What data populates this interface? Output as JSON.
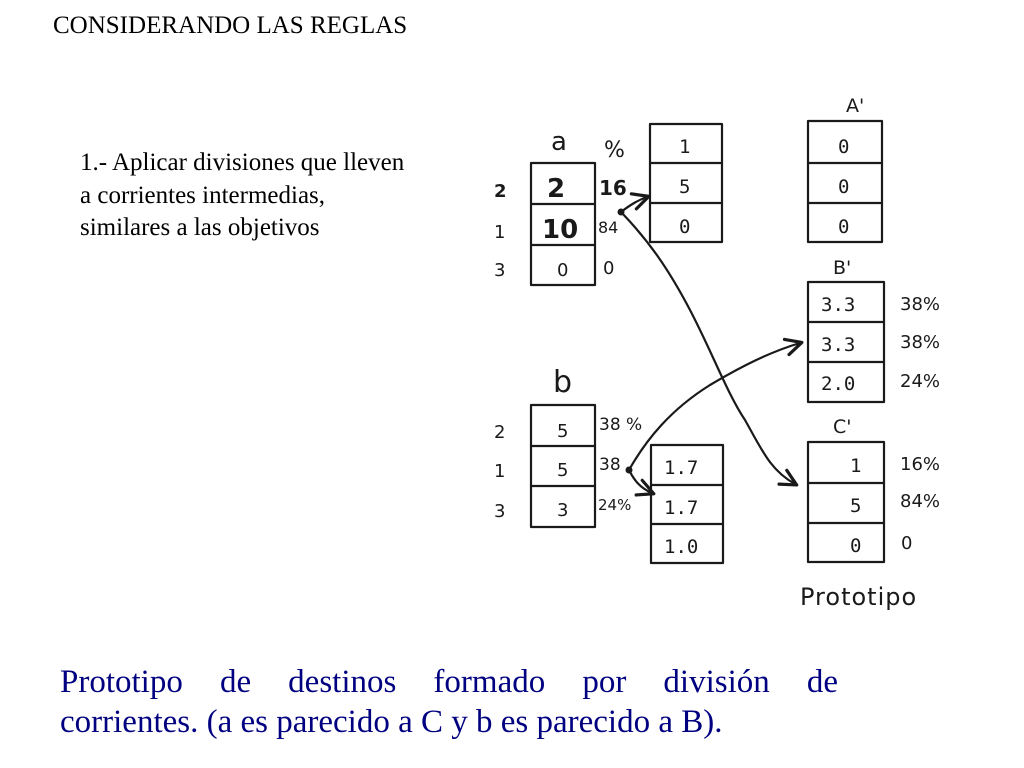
{
  "title": "CONSIDERANDO LAS REGLAS",
  "rule_text": "1.- Aplicar divisiones que lleven a corrientes intermedias, similares a las objetivos",
  "caption": {
    "line1": "Prototipo de destinos formado por división de",
    "line2": "corrientes. (a es parecido a C y b es parecido a B)."
  },
  "sketch": {
    "ink_color": "#1a1a1a",
    "stream_a": {
      "label": "a",
      "row_labels": [
        "2",
        "1",
        "3"
      ],
      "values": [
        "2",
        "10",
        "0"
      ],
      "header": "%",
      "percents": [
        "16",
        "84",
        "0"
      ]
    },
    "stream_a_split": {
      "values": [
        "1",
        "5",
        "0"
      ]
    },
    "stream_b": {
      "label": "b",
      "row_labels": [
        "2",
        "1",
        "3"
      ],
      "values": [
        "5",
        "5",
        "3"
      ],
      "percents": [
        "38 %",
        "38",
        "24%"
      ]
    },
    "stream_b_split": {
      "values": [
        "1.7",
        "1.7",
        "1.0"
      ]
    },
    "target_A": {
      "label": "A'",
      "values": [
        "0",
        "0",
        "0"
      ]
    },
    "target_B": {
      "label": "B'",
      "values": [
        "3.3",
        "3.3",
        "2.0"
      ],
      "percents": [
        "38%",
        "38%",
        "24%"
      ]
    },
    "target_C": {
      "label": "C'",
      "values": [
        "1",
        "5",
        "0"
      ],
      "percents": [
        "16%",
        "84%",
        "0"
      ]
    },
    "prototype_label": "Prototipo"
  }
}
